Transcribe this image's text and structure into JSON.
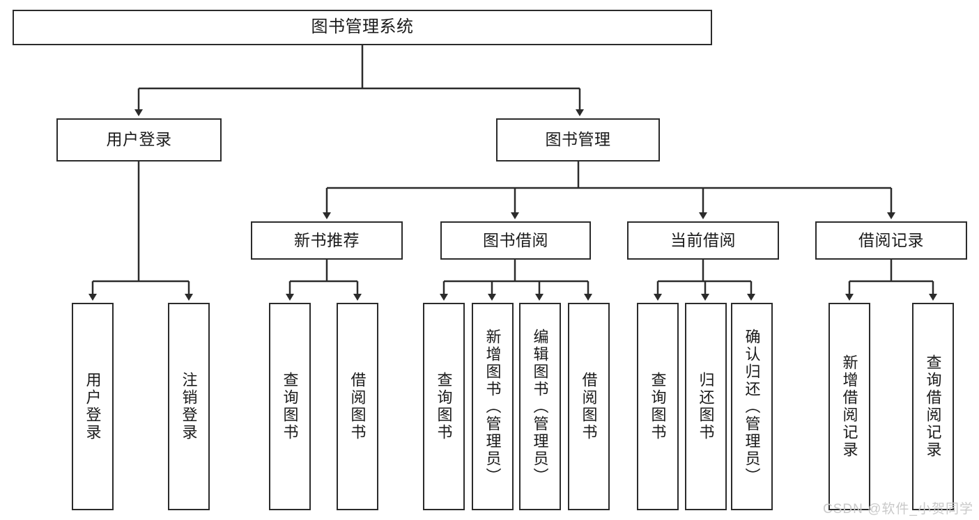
{
  "diagram": {
    "title": "图书管理系统",
    "type": "tree-hierarchy",
    "root": {
      "label": "图书管理系统"
    },
    "level2": [
      {
        "id": "user-login",
        "label": "用户登录"
      },
      {
        "id": "book-management",
        "label": "图书管理"
      }
    ],
    "level3": [
      {
        "id": "new-book-recommend",
        "label": "新书推荐"
      },
      {
        "id": "book-borrow",
        "label": "图书借阅"
      },
      {
        "id": "current-borrow",
        "label": "当前借阅"
      },
      {
        "id": "borrow-record",
        "label": "借阅记录"
      }
    ],
    "leaves": [
      {
        "id": "leaf-user-login",
        "label": "用户登录",
        "parent": "user-login"
      },
      {
        "id": "leaf-logout",
        "label": "注销登录",
        "parent": "user-login"
      },
      {
        "id": "leaf-query-book-1",
        "label": "查询图书",
        "parent": "new-book-recommend"
      },
      {
        "id": "leaf-borrow-book-1",
        "label": "借阅图书",
        "parent": "new-book-recommend"
      },
      {
        "id": "leaf-query-book-2",
        "label": "查询图书",
        "parent": "book-borrow"
      },
      {
        "id": "leaf-add-book",
        "label": "新增图书（管理员）",
        "parent": "book-borrow"
      },
      {
        "id": "leaf-edit-book",
        "label": "编辑图书（管理员）",
        "parent": "book-borrow"
      },
      {
        "id": "leaf-borrow-book-2",
        "label": "借阅图书",
        "parent": "book-borrow"
      },
      {
        "id": "leaf-query-book-3",
        "label": "查询图书",
        "parent": "current-borrow"
      },
      {
        "id": "leaf-return-book",
        "label": "归还图书",
        "parent": "current-borrow"
      },
      {
        "id": "leaf-confirm-return",
        "label": "确认归还（管理员）",
        "parent": "current-borrow"
      },
      {
        "id": "leaf-add-record",
        "label": "新增借阅记录",
        "parent": "borrow-record"
      },
      {
        "id": "leaf-query-record",
        "label": "查询借阅记录",
        "parent": "borrow-record"
      }
    ],
    "watermark": "CSDN @软件_小贺同学",
    "colors": {
      "stroke": "#2b2b2b",
      "background": "#ffffff",
      "text": "#1a1a1a",
      "watermark": "#c9c9c9"
    }
  }
}
